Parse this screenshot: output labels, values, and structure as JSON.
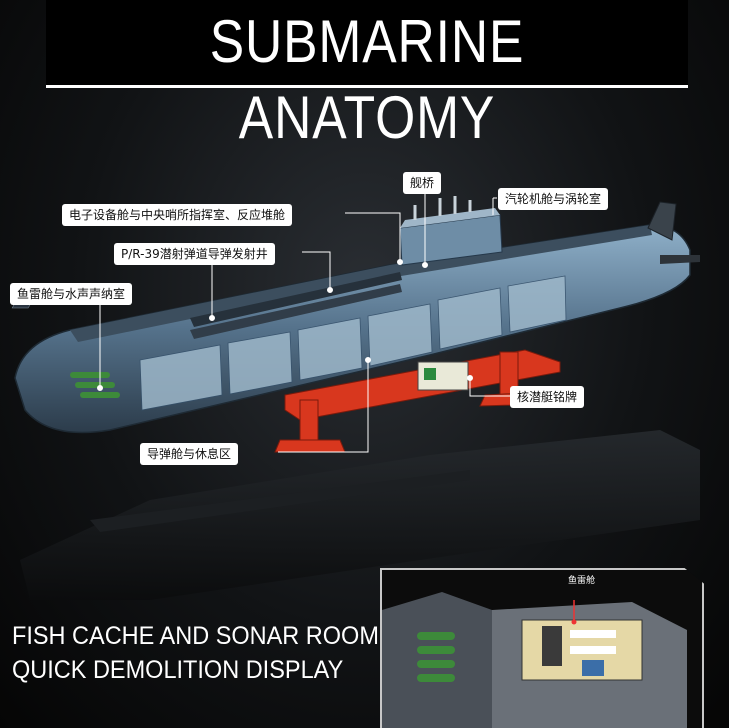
{
  "title": "SUBMARINE ANATOMY",
  "labels": {
    "bridge": "舰桥",
    "turbine": "汽轮机舱与涡轮室",
    "electronics": "电子设备舱与中央哨所指挥室、反应堆舱",
    "missile_silo": "P/R-39潜射弹道导弹发射井",
    "torpedo_sonar": "鱼雷舱与水声声纳室",
    "nameplate": "核潜艇铭牌",
    "missile_rest": "导弹舱与休息区"
  },
  "captions": {
    "line1": "FISH CACHE AND SONAR ROOM",
    "line2": "QUICK DEMOLITION DISPLAY"
  },
  "inset": {
    "label": "鱼雷舱"
  },
  "colors": {
    "hull": "#5d7b95",
    "stand": "#d8371e",
    "background": "#050505",
    "accent_green": "#3d8a3a"
  }
}
